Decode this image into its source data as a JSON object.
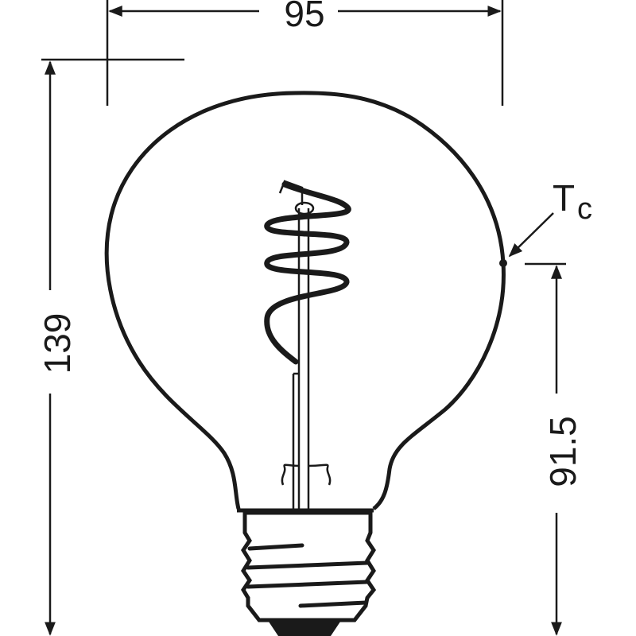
{
  "diagram": {
    "type": "technical dimension drawing",
    "subject": "G95 globe LED filament bulb with spiral filament and E27 screw base",
    "stroke_color": "#1a1a1a",
    "background": "#ffffff",
    "dimensions": {
      "width": {
        "label": "95",
        "orientation": "horizontal"
      },
      "overall_height": {
        "label": "139",
        "orientation": "vertical"
      },
      "tc_height": {
        "label": "91.5",
        "orientation": "vertical"
      }
    },
    "annotations": {
      "tc_main": "T",
      "tc_sub": "c"
    }
  }
}
